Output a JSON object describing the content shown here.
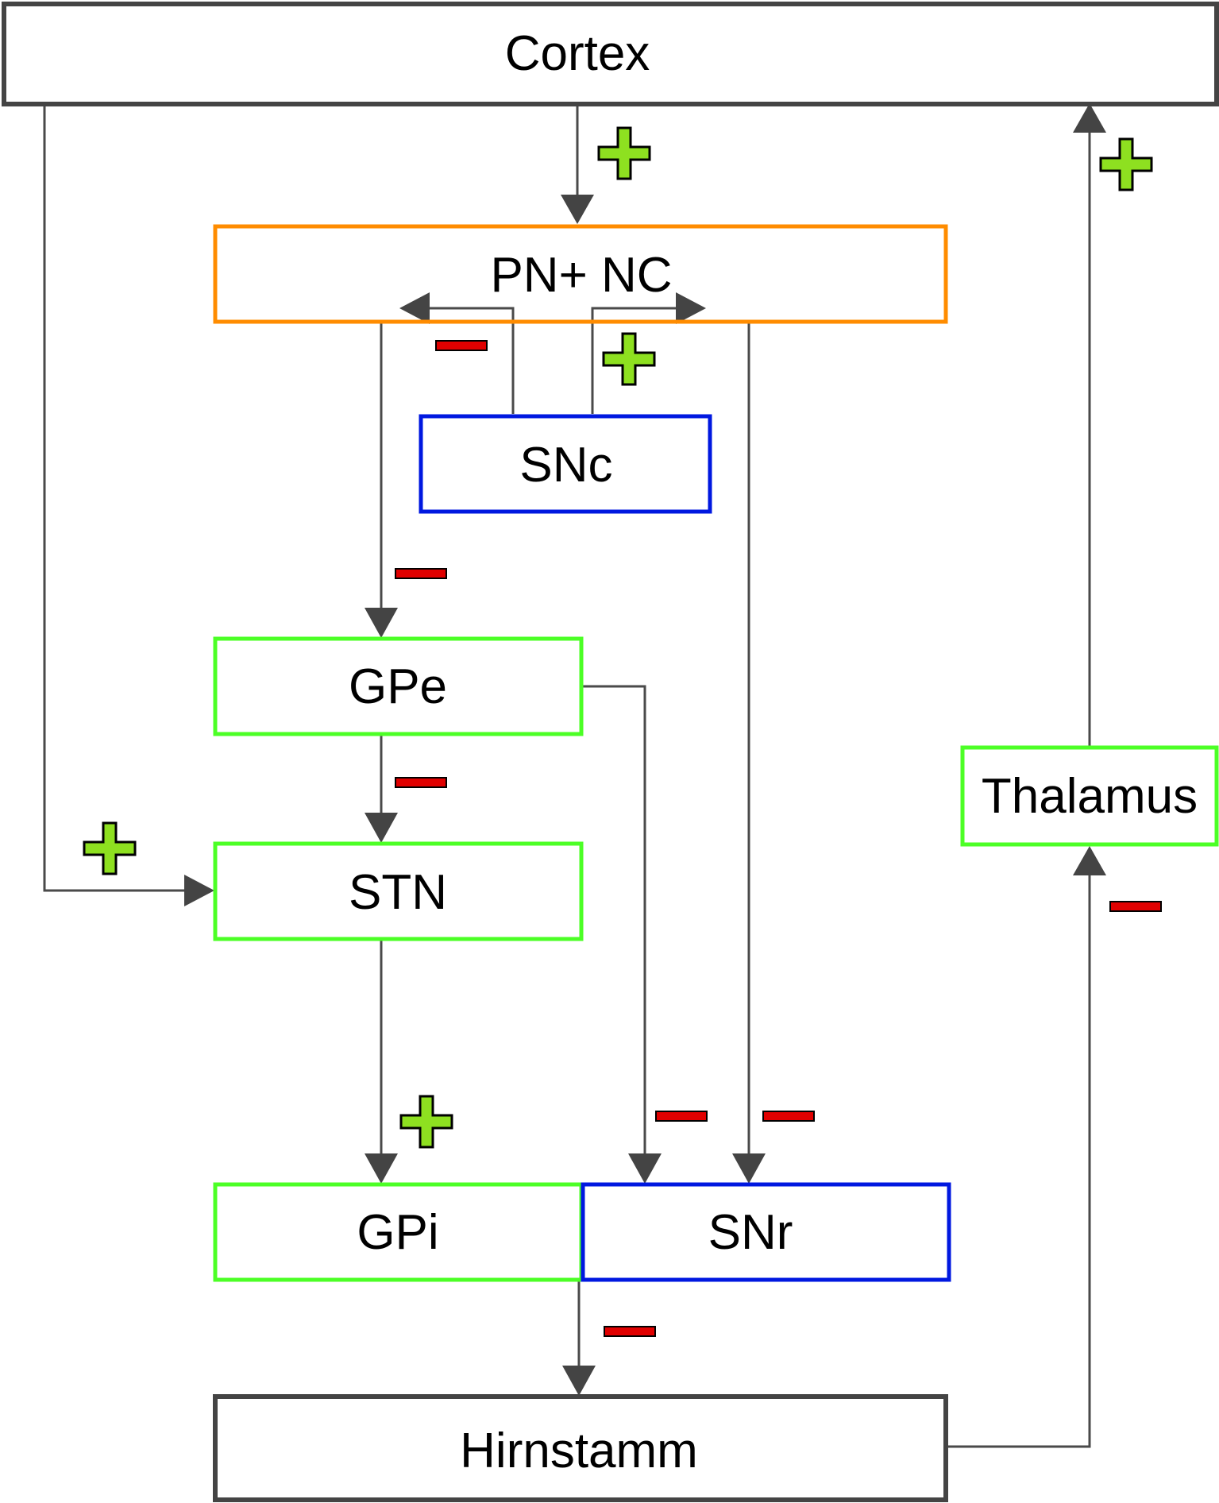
{
  "nodes": {
    "cortex": {
      "label": "Cortex",
      "color": "#444444"
    },
    "pn_nc": {
      "label": "PN+ NC",
      "color": "#ff8c00"
    },
    "snc": {
      "label": "SNc",
      "color": "#0018e0"
    },
    "gpe": {
      "label": "GPe",
      "color": "#4cff26"
    },
    "stn": {
      "label": "STN",
      "color": "#4cff26"
    },
    "gpi": {
      "label": "GPi",
      "color": "#4cff26"
    },
    "snr": {
      "label": "SNr",
      "color": "#0018e0"
    },
    "hirnstamm": {
      "label": "Hirnstamm",
      "color": "#444444"
    },
    "thalamus": {
      "label": "Thalamus",
      "color": "#4cff26"
    }
  },
  "signs": {
    "plus_color": "#8ee020",
    "minus_color": "#e00000",
    "plus_symbol": "+",
    "minus_symbol": "−"
  },
  "edges": [
    {
      "id": "cortex-to-pn-nc",
      "sign": "+"
    },
    {
      "id": "cortex-to-stn",
      "sign": "+"
    },
    {
      "id": "snc-to-pn-nc-left",
      "sign": "−"
    },
    {
      "id": "snc-to-pn-nc-right",
      "sign": "+"
    },
    {
      "id": "pn-nc-to-gpe",
      "sign": "−"
    },
    {
      "id": "gpe-to-stn",
      "sign": "−"
    },
    {
      "id": "stn-to-gpi",
      "sign": "+"
    },
    {
      "id": "gpe-to-snr",
      "sign": "−"
    },
    {
      "id": "pn-nc-to-snr",
      "sign": "−"
    },
    {
      "id": "gpi-snr-to-hirnstamm",
      "sign": "−"
    },
    {
      "id": "hirnstamm-to-thalamus",
      "sign": "−"
    },
    {
      "id": "thalamus-to-cortex",
      "sign": "+"
    }
  ]
}
